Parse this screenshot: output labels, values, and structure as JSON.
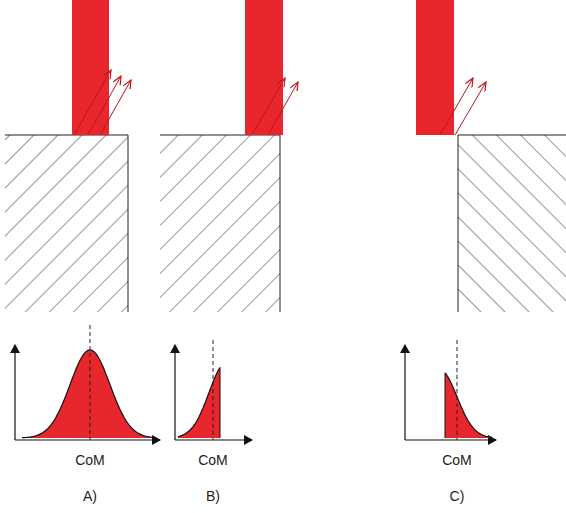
{
  "diagram": {
    "labels": [
      "CoM",
      "CoM",
      "CoM",
      "A)",
      "B)",
      "C)"
    ]
  }
}
